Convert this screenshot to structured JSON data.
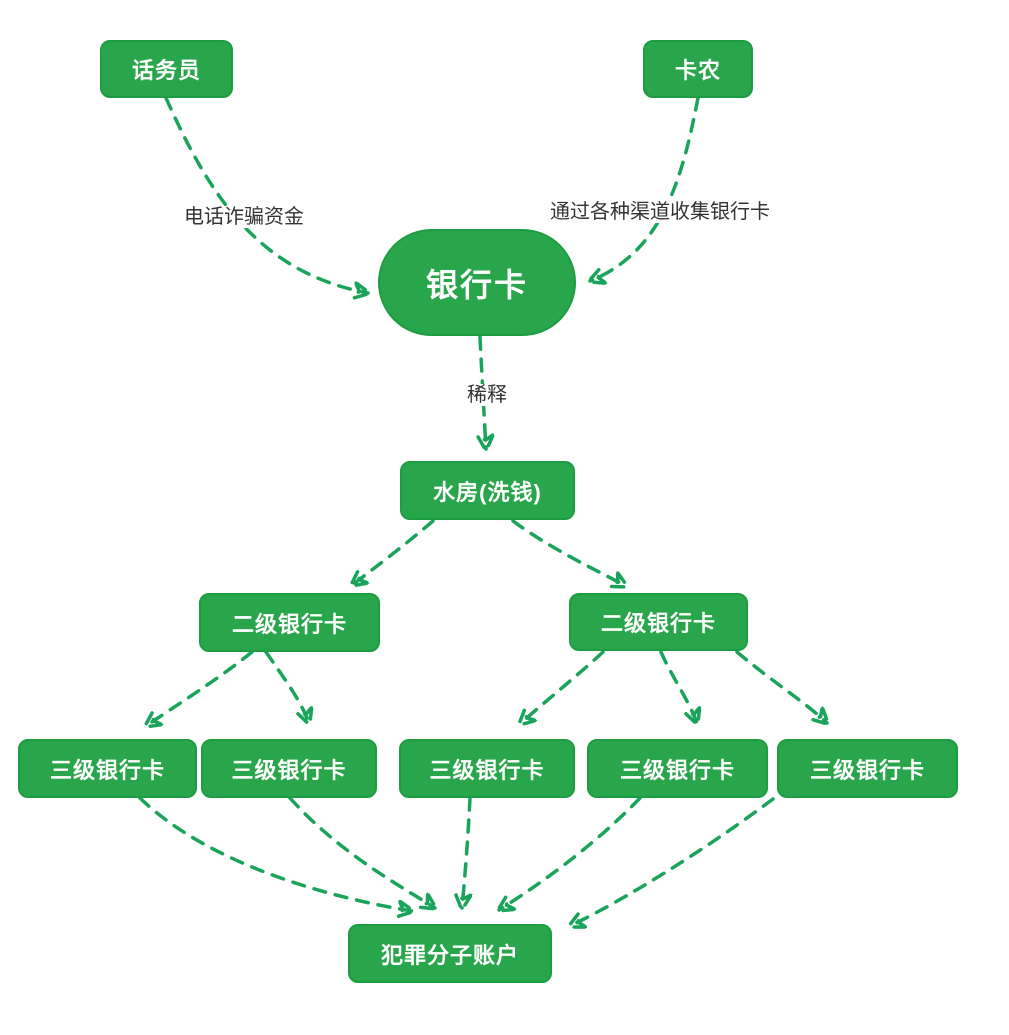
{
  "colors": {
    "node_fill": "#29a64b",
    "node_border": "#1d9c41",
    "node_text": "#ffffff",
    "edge_stroke": "#1aa35a",
    "edge_label_text": "#333333",
    "canvas_bg": "#ffffff"
  },
  "diagram": {
    "type": "flowchart",
    "nodes": {
      "operator": {
        "label": "话务员"
      },
      "card_collector": {
        "label": "卡农"
      },
      "bank_card": {
        "label": "银行卡"
      },
      "laundry": {
        "label": "水房(洗钱)"
      },
      "l2_left": {
        "label": "二级银行卡"
      },
      "l2_right": {
        "label": "二级银行卡"
      },
      "l3_1": {
        "label": "三级银行卡"
      },
      "l3_2": {
        "label": "三级银行卡"
      },
      "l3_3": {
        "label": "三级银行卡"
      },
      "l3_4": {
        "label": "三级银行卡"
      },
      "l3_5": {
        "label": "三级银行卡"
      },
      "criminal_account": {
        "label": "犯罪分子账户"
      }
    },
    "edge_labels": {
      "phone_fraud": "电话诈骗资金",
      "collect_channels": "通过各种渠道收集银行卡",
      "dilute": "稀释"
    },
    "edges": [
      {
        "from": "operator",
        "to": "bank_card",
        "label": "电话诈骗资金"
      },
      {
        "from": "card_collector",
        "to": "bank_card",
        "label": "通过各种渠道收集银行卡"
      },
      {
        "from": "bank_card",
        "to": "laundry",
        "label": "稀释"
      },
      {
        "from": "laundry",
        "to": "l2_left",
        "label": ""
      },
      {
        "from": "laundry",
        "to": "l2_right",
        "label": ""
      },
      {
        "from": "l2_left",
        "to": "l3_1",
        "label": ""
      },
      {
        "from": "l2_left",
        "to": "l3_2",
        "label": ""
      },
      {
        "from": "l2_right",
        "to": "l3_3",
        "label": ""
      },
      {
        "from": "l2_right",
        "to": "l3_4",
        "label": ""
      },
      {
        "from": "l2_right",
        "to": "l3_5",
        "label": ""
      },
      {
        "from": "l3_1",
        "to": "criminal_account",
        "label": ""
      },
      {
        "from": "l3_2",
        "to": "criminal_account",
        "label": ""
      },
      {
        "from": "l3_3",
        "to": "criminal_account",
        "label": ""
      },
      {
        "from": "l3_4",
        "to": "criminal_account",
        "label": ""
      },
      {
        "from": "l3_5",
        "to": "criminal_account",
        "label": ""
      }
    ]
  }
}
